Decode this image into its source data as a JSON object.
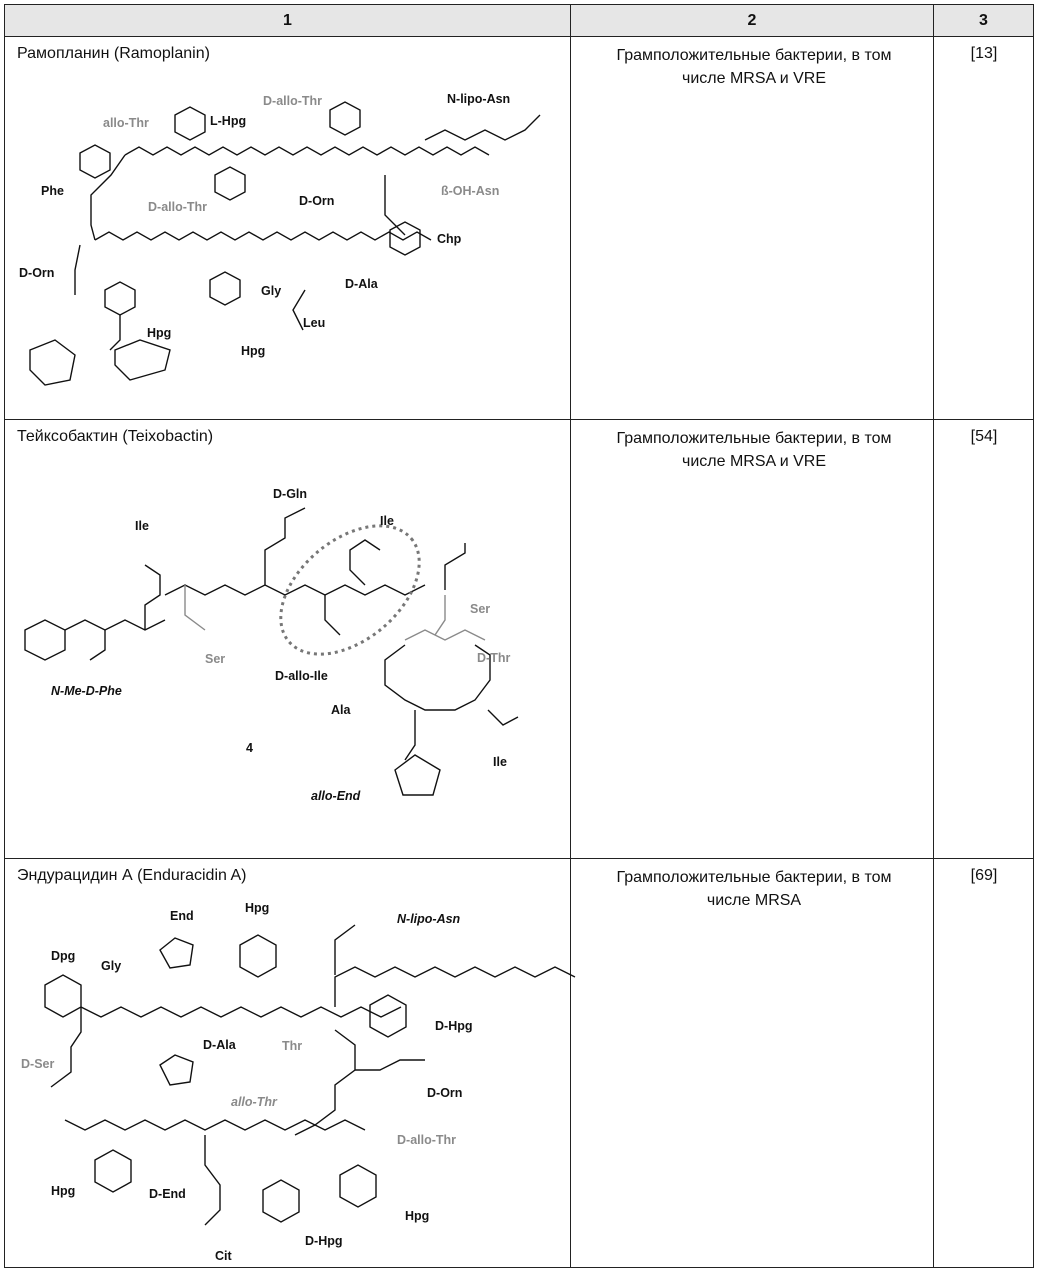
{
  "table": {
    "headers": [
      "1",
      "2",
      "3"
    ],
    "rows": [
      {
        "name": "Рамопланин (Ramoplanin)",
        "activity_line1": "Грамположительные бактерии, в том",
        "activity_line2": "числе MRSA и VRE",
        "ref": "[13]"
      },
      {
        "name": "Тейксобактин (Teixobactin)",
        "activity_line1": "Грамположительные бактерии, в том",
        "activity_line2": "числе MRSA и VRE",
        "ref": "[54]"
      },
      {
        "name": "Эндурацидин А (Enduracidin A)",
        "activity_line1": "Грамположительные бактерии, в том",
        "activity_line2": "числе MRSA",
        "ref": "[69]"
      }
    ]
  },
  "ramoplanin_labels": {
    "allo_thr_1": "allo-Thr",
    "l_hpg": "L-Hpg",
    "d_allo_thr_1": "D-allo-Thr",
    "n_lipo_asn": "N-lipo-Asn",
    "phe": "Phe",
    "d_allo_thr_2": "D-allo-Thr",
    "d_orn_1": "D-Orn",
    "b_oh_asn": "ß-OH-Asn",
    "chp": "Chp",
    "d_orn_2": "D-Orn",
    "gly": "Gly",
    "d_ala": "D-Ala",
    "leu": "Leu",
    "hpg_1": "Hpg",
    "hpg_2": "Hpg"
  },
  "teixobactin_labels": {
    "d_gln": "D-Gln",
    "ile_1": "Ile",
    "ile_2": "Ile",
    "ser_1": "Ser",
    "ser_2": "Ser",
    "d_thr": "D-Thr",
    "n_me_d_phe": "N-Me-D-Phe",
    "d_allo_ile": "D-allo-Ile",
    "ala": "Ala",
    "ile_3": "Ile",
    "compound_number": "4",
    "allo_end": "allo-End"
  },
  "enduracidin_labels": {
    "end_1": "End",
    "hpg_top": "Hpg",
    "n_lipo_asn": "N-lipo-Asn",
    "dpg": "Dpg",
    "gly": "Gly",
    "d_hpg_1": "D-Hpg",
    "d_ala": "D-Ala",
    "thr": "Thr",
    "d_ser": "D-Ser",
    "d_orn": "D-Orn",
    "allo_thr": "allo-Thr",
    "d_allo_thr": "D-allo-Thr",
    "hpg_left": "Hpg",
    "d_end": "D-End",
    "hpg_right": "Hpg",
    "d_hpg_2": "D-Hpg",
    "cit": "Cit"
  }
}
